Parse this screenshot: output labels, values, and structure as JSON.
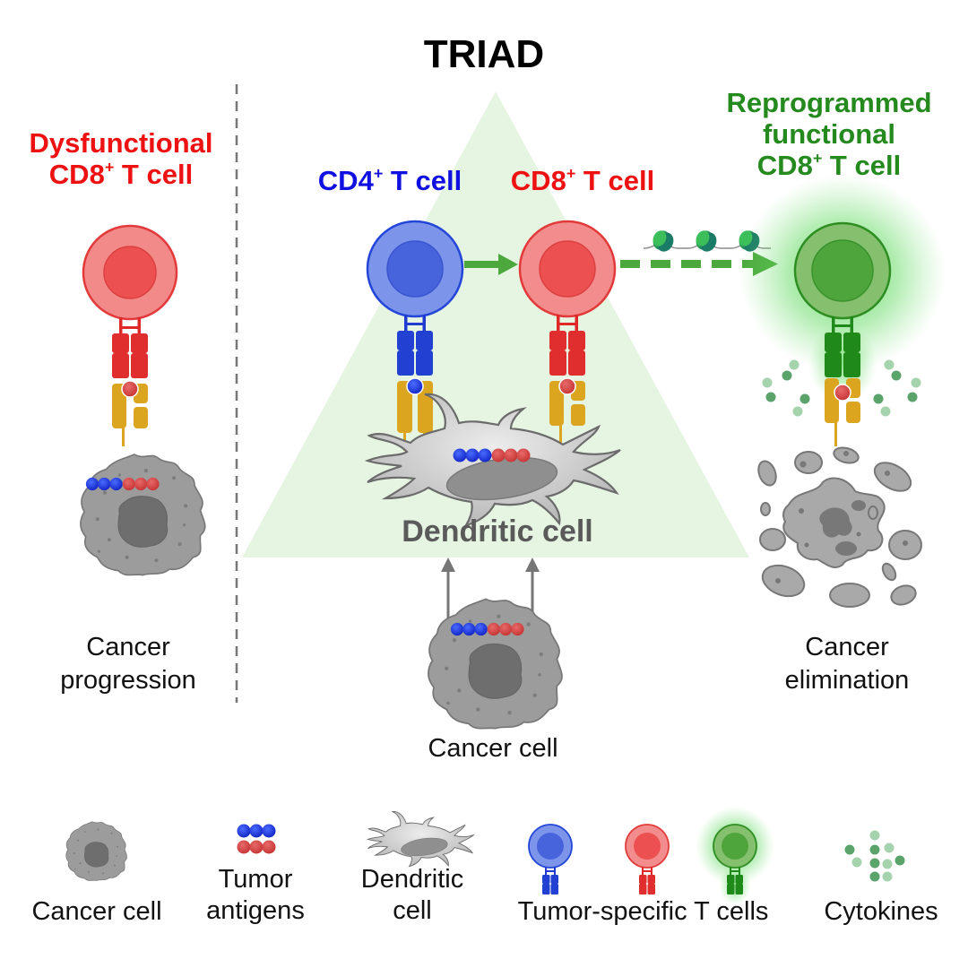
{
  "title": "TRIAD",
  "left_panel": {
    "heading_line1": "Dysfunctional",
    "heading_line2_prefix": "CD8",
    "heading_line2_sup": "+",
    "heading_line2_suffix": " T cell",
    "outcome_line1": "Cancer",
    "outcome_line2": "progression"
  },
  "center_panel": {
    "cd4_label_prefix": "CD4",
    "cd4_label_sup": "+",
    "cd4_label_suffix": " T cell",
    "cd8_label_prefix": "CD8",
    "cd8_label_sup": "+",
    "cd8_label_suffix": " T cell",
    "dendritic_label": "Dendritic cell",
    "cancer_cell_label": "Cancer cell"
  },
  "right_panel": {
    "heading_line1": "Reprogrammed",
    "heading_line2": "functional",
    "heading_line3_prefix": "CD8",
    "heading_line3_sup": "+",
    "heading_line3_suffix": " T cell",
    "outcome_line1": "Cancer",
    "outcome_line2": "elimination"
  },
  "legend": {
    "cancer_cell": "Cancer cell",
    "tumor_antigens_line1": "Tumor",
    "tumor_antigens_line2": "antigens",
    "dendritic_line1": "Dendritic",
    "dendritic_line2": "cell",
    "t_cells": "Tumor-specific T cells",
    "cytokines": "Cytokines"
  },
  "colors": {
    "cd4_blue": "#4a67dd",
    "cd8_red": "#ee5555",
    "reprogrammed_green": "#4a9e3c",
    "receptor_yellow": "#dba520",
    "arrow_green": "#4ca83c",
    "triangle_fill": "#e6f4e2",
    "cell_grey": "#9a9a9a"
  },
  "icons": {
    "nucleosome": "nucleosome-icon",
    "antigen": "antigen-bead-icon"
  }
}
